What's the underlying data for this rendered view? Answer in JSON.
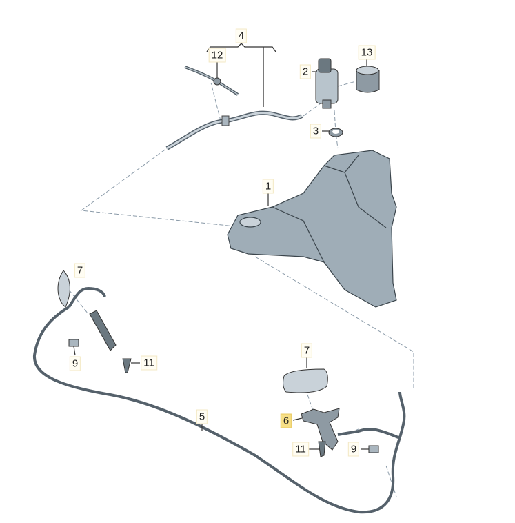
{
  "diagram": {
    "highlight_color": "#f7df86",
    "parts": [
      {
        "id": "p4",
        "label": "4"
      },
      {
        "id": "p12",
        "label": "12"
      },
      {
        "id": "p2",
        "label": "2"
      },
      {
        "id": "p13",
        "label": "13"
      },
      {
        "id": "p3",
        "label": "3"
      },
      {
        "id": "p1",
        "label": "1"
      },
      {
        "id": "p7a",
        "label": "7"
      },
      {
        "id": "p9a",
        "label": "9"
      },
      {
        "id": "p11a",
        "label": "11"
      },
      {
        "id": "p5",
        "label": "5"
      },
      {
        "id": "p7b",
        "label": "7"
      },
      {
        "id": "p6",
        "label": "6",
        "highlighted": true
      },
      {
        "id": "p11b",
        "label": "11"
      },
      {
        "id": "p9b",
        "label": "9"
      }
    ]
  }
}
